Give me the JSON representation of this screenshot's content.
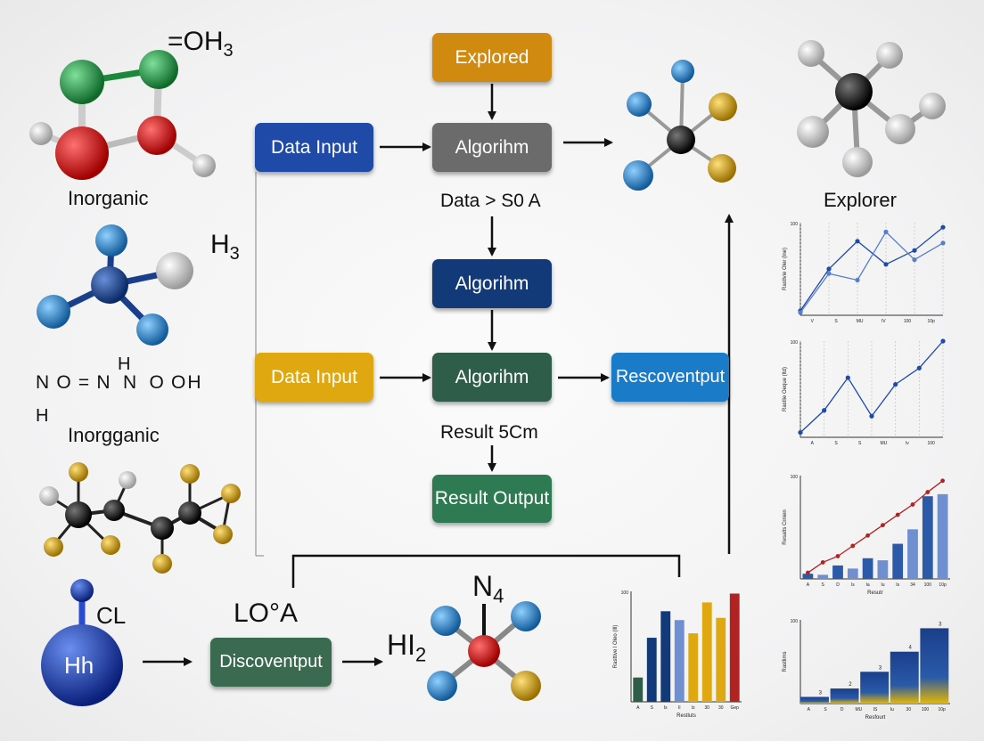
{
  "colors": {
    "orange": "#d08a10",
    "gray": "#6b6b6b",
    "navy": "#123a78",
    "blue": "#1f4aa8",
    "yellow": "#e0a810",
    "green": "#2e5e4a",
    "bright_blue": "#1a7bc8",
    "red": "#b22222",
    "atom_green": "#1a8a3a",
    "atom_red": "#d00000",
    "atom_blue": "#2a8fd6",
    "atom_gold": "#d4a017",
    "atom_black": "#111111",
    "atom_white": "#d8d8d8"
  },
  "left": {
    "mol1_label": "=OH",
    "mol1_sub": "3",
    "inorganic_1": "Inorganic",
    "mol2_label": "H",
    "mol2_sub": "3",
    "formula_top_h": "H",
    "formula_main": "N O = N  N  O OH",
    "formula_bottom_h": "H",
    "inorganic_2": "Inorgganic"
  },
  "flow": {
    "explored": "Explored",
    "data_input_1": "Data Input",
    "algorithm_1": "Algorihm",
    "data_caption": "Data > S0 A",
    "algorithm_2": "Algorihm",
    "data_input_2": "Data Input",
    "algorithm_3": "Algorihm",
    "rescoventput": "Rescoventput",
    "result_caption": "Result 5Cm",
    "result_output": "Result Output"
  },
  "bottom": {
    "cl_label": "CL",
    "hh_label": "Hh",
    "loa_label": "LO°A",
    "discoventput": "Discoventput",
    "hi2_label": "HI",
    "hi2_sub": "2",
    "n4_label": "N",
    "n4_sub": "4"
  },
  "right": {
    "explorer": "Explorer"
  },
  "chart_data": [
    {
      "type": "line",
      "title": "",
      "ylabel": "Rastlvie Oler (lne)",
      "ytick_top": "100",
      "categories": [
        "V",
        "S",
        "MU",
        "lV",
        "100",
        "10p"
      ],
      "series": [
        {
          "values": [
            5,
            50,
            80,
            55,
            70,
            95
          ]
        },
        {
          "values": [
            3,
            45,
            38,
            90,
            60,
            78
          ]
        }
      ],
      "ylim": [
        0,
        100
      ]
    },
    {
      "type": "line",
      "title": "",
      "ylabel": "Rastlie Oeque (ltd)",
      "ytick_top": "100",
      "categories": [
        "A",
        "S",
        "S",
        "MU",
        "lv",
        "100"
      ],
      "series": [
        {
          "values": [
            5,
            28,
            62,
            22,
            55,
            72,
            100
          ]
        }
      ],
      "ylim": [
        0,
        100
      ]
    },
    {
      "type": "bar",
      "title": "",
      "ylabel": "Resalts Crnien",
      "xlabel": "Resutr",
      "ytick_top": "100",
      "categories": [
        "A",
        "S",
        "D",
        "Is",
        "Ia",
        "Iu",
        "Is",
        "34",
        "100",
        "10p"
      ],
      "series": [
        {
          "name": "",
          "values": [
            5,
            4,
            13,
            10,
            20,
            18,
            34,
            48,
            80,
            82
          ]
        },
        {
          "name": "",
          "values": [
            6,
            16,
            22,
            32,
            42,
            52,
            62,
            72,
            84,
            95
          ]
        }
      ],
      "ylim": [
        0,
        100
      ]
    },
    {
      "type": "bar",
      "title": "",
      "ylabel": "Rastlims",
      "xlabel": "Resfourt",
      "ytick_top": "100",
      "categories": [
        "A",
        "S",
        "D",
        "MU",
        "IS",
        "Iu",
        "30",
        "100",
        "10p"
      ],
      "values": [
        8,
        18,
        38,
        62,
        90
      ],
      "data_labels": [
        "3",
        "2",
        "3",
        "4",
        "3"
      ],
      "ylim": [
        0,
        100
      ]
    },
    {
      "type": "bar",
      "title": "",
      "ylabel": "Rasttive l Oleo (lll)",
      "xlabel": "Restluts",
      "ytick_top": "100",
      "categories": [
        "A",
        "S",
        "Is",
        "Il",
        "Iz",
        "30",
        "30",
        "Gep"
      ],
      "values": [
        22,
        58,
        82,
        74,
        62,
        90,
        76,
        98
      ],
      "ylim": [
        0,
        100
      ]
    }
  ]
}
